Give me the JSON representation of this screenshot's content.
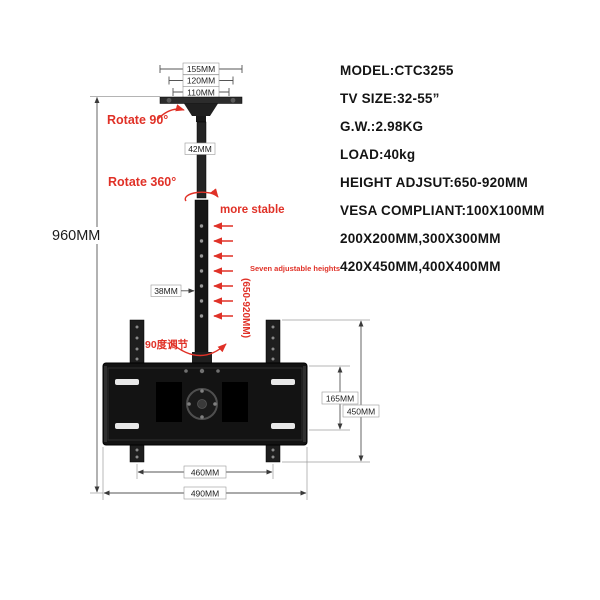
{
  "specs": {
    "lines": [
      "MODEL:CTC3255",
      "TV SIZE:32-55”",
      "G.W.:2.98KG",
      "LOAD:40kg",
      "HEIGHT ADJSUT:650-920MM",
      "VESA COMPLIANT:100X100MM",
      "200X200MM,300X300MM",
      "420X450MM,400X400MM"
    ]
  },
  "diagram": {
    "dims": {
      "top_155": "155MM",
      "top_120": "120MM",
      "top_110": "110MM",
      "pole_42": "42MM",
      "hole_38": "38MM",
      "overall_960": "960MM",
      "range_650_920": "(650-920MM)",
      "plate_165": "165MM",
      "rail_450": "450MM",
      "width_460": "460MM",
      "width_490": "490MM"
    },
    "annotations": {
      "rotate_90": "Rotate 90°",
      "rotate_360": "Rotate 360°",
      "more_stable": "more stable",
      "seven_heights": "Seven adjustable heights",
      "angle_adjust": "90度调节"
    },
    "colors": {
      "annotation": "#e03127",
      "dimension_line": "#555555",
      "metal": "#161616"
    }
  }
}
